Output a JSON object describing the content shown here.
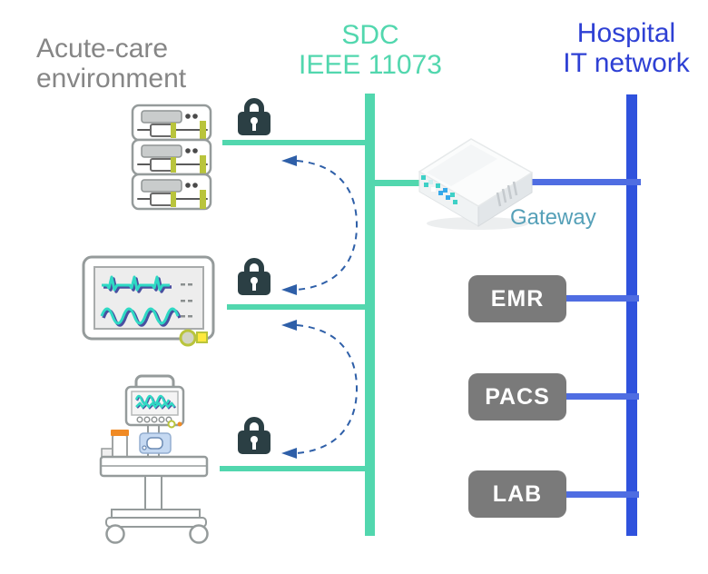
{
  "titles": {
    "acute_line1": "Acute-care",
    "acute_line2": "environment",
    "sdc_line1": "SDC",
    "sdc_line2": "IEEE 11073",
    "hospital_line1": "Hospital",
    "hospital_line2": "IT network"
  },
  "gateway": {
    "label": "Gateway"
  },
  "it_systems": [
    {
      "label": "EMR"
    },
    {
      "label": "PACS"
    },
    {
      "label": "LAB"
    }
  ],
  "acute_care_devices": [
    {
      "icon": "server-rack-icon"
    },
    {
      "icon": "patient-monitor-icon"
    },
    {
      "icon": "ventilator-icon"
    }
  ],
  "security": {
    "icon": "padlock-icon",
    "count": 3
  },
  "arrows": {
    "icon": "bidirectional-dashed-arrow",
    "count": 2
  },
  "colors": {
    "sdc_teal": "#52d7ae",
    "hospital_blue_line": "#2f52dd",
    "hospital_blue_text": "#2e40d4",
    "connector_blue": "#4f6de2",
    "system_box_gray": "#7a7a7a",
    "system_box_text": "#ffffff",
    "left_title_gray": "#868686",
    "gateway_label_teal": "#55a0b8",
    "lock_dark": "#2b3f44",
    "arrow_navy": "#2e5fa8",
    "device_outline": "#959b9b",
    "accent_green": "#b9c43c",
    "waveform_cyan": "#2fd9c4",
    "waveform_navy": "#4a4fa0",
    "screen_gray": "#ededed",
    "alert_orange": "#f08a24",
    "indicator_yellow": "#ffe93e",
    "led_teal": "#3ed0c6",
    "led_blue": "#36a9ea"
  }
}
